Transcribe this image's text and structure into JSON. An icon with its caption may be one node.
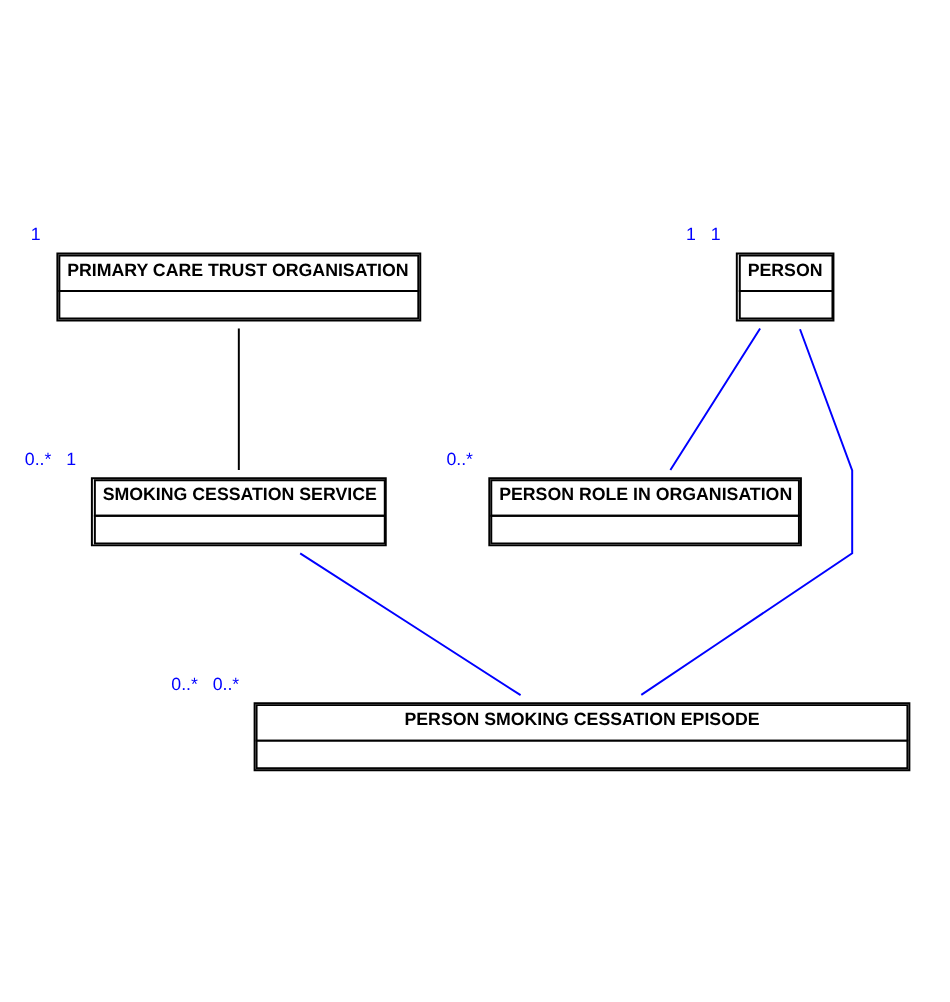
{
  "diagram": {
    "nodes": [
      {
        "text": [
          "PRIMARY CARE TRUST ORGANISATION"
        ],
        "beside": [
          "1"
        ]
      },
      {
        "text": [
          "PERSON"
        ],
        "beside": [
          "1",
          "1"
        ]
      },
      {
        "text": [
          "PERSON ROLE IN ORGANISATION"
        ],
        "beside": [
          "0..*"
        ]
      },
      {
        "text": [
          "SMOKING CESSATION SERVICE"
        ],
        "beside": [
          "0..*",
          "1"
        ]
      },
      {
        "text": [
          "PERSON SMOKING CESSATION EPISODE"
        ],
        "beside": [
          "0..*",
          "0..*"
        ]
      }
    ],
    "edges": [
      {
        "from": 0,
        "to": 3,
        "arrow": "none",
        "color": "#000000"
      },
      {
        "from": 1,
        "to": 2,
        "arrow": "none"
      },
      {
        "from": 3,
        "to": 4,
        "arrow": "none"
      },
      {
        "from": 1,
        "to": 4,
        "arrow": "none"
      }
    ]
  }
}
